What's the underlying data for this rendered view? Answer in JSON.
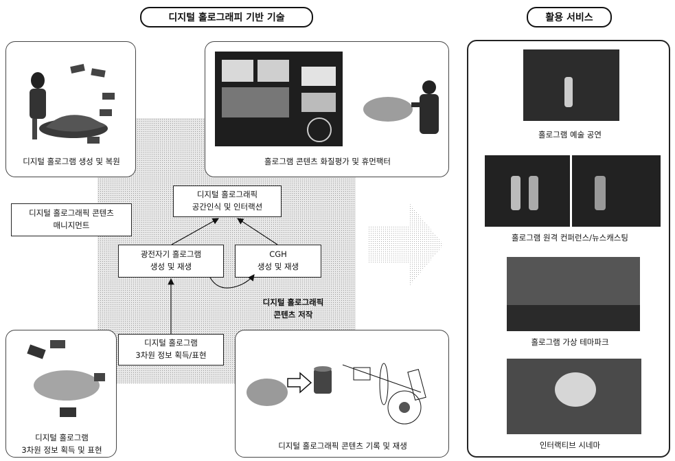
{
  "headers": {
    "left_title": "디지털 홀로그래피 기반 기술",
    "right_title": "활용 서비스"
  },
  "tech": {
    "gen_restore": "디지털 홀로그램 생성 및 복원",
    "quality_eval": "홀로그램 콘텐츠 화질평가 및 휴먼팩터",
    "management_line1": "디지털 홀로그래픽 콘텐츠",
    "management_line2": "매니지먼트",
    "interaction_line1": "디지털 홀로그래픽",
    "interaction_line2": "공간인식 및 인터랙션",
    "optical_line1": "광전자기 홀로그램",
    "optical_line2": "생성 및 재생",
    "cgh_line1": "CGH",
    "cgh_line2": "생성 및 재생",
    "production_line1": "디지털 홀로그래픽",
    "production_line2": "콘텐츠 저작",
    "acquire_box_line1": "디지털 홀로그램",
    "acquire_box_line2": "3차원 정보 획득/표현",
    "acquire_caption_line1": "디지털 홀로그램",
    "acquire_caption_line2": "3차원 정보 획득 및 표현",
    "record_play": "디지털 홀로그래픽 콘텐츠 기록 및 재생"
  },
  "services": {
    "items": [
      "홀로그램 예술 공연",
      "홀로그램 원격 컨퍼런스/뉴스캐스팅",
      "홀로그램 가상 테마파크",
      "인터랙티브 시네마"
    ]
  }
}
